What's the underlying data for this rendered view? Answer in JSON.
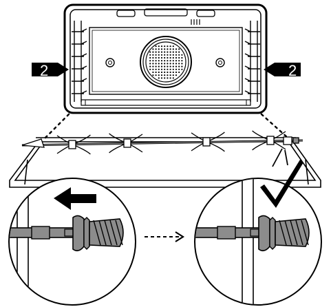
{
  "figure": {
    "callouts": [
      {
        "side": "left",
        "label": "2"
      },
      {
        "side": "right",
        "label": "2"
      }
    ],
    "icons": {
      "push_arrow": "arrow-left-icon",
      "transition_arrow": "dashed-arrow-right-icon",
      "confirm": "checkmark-icon"
    },
    "colors": {
      "line": "#000000",
      "metal_fill": "#8c8c8c",
      "metal_dark": "#6a6a6a",
      "background": "#ffffff"
    }
  }
}
